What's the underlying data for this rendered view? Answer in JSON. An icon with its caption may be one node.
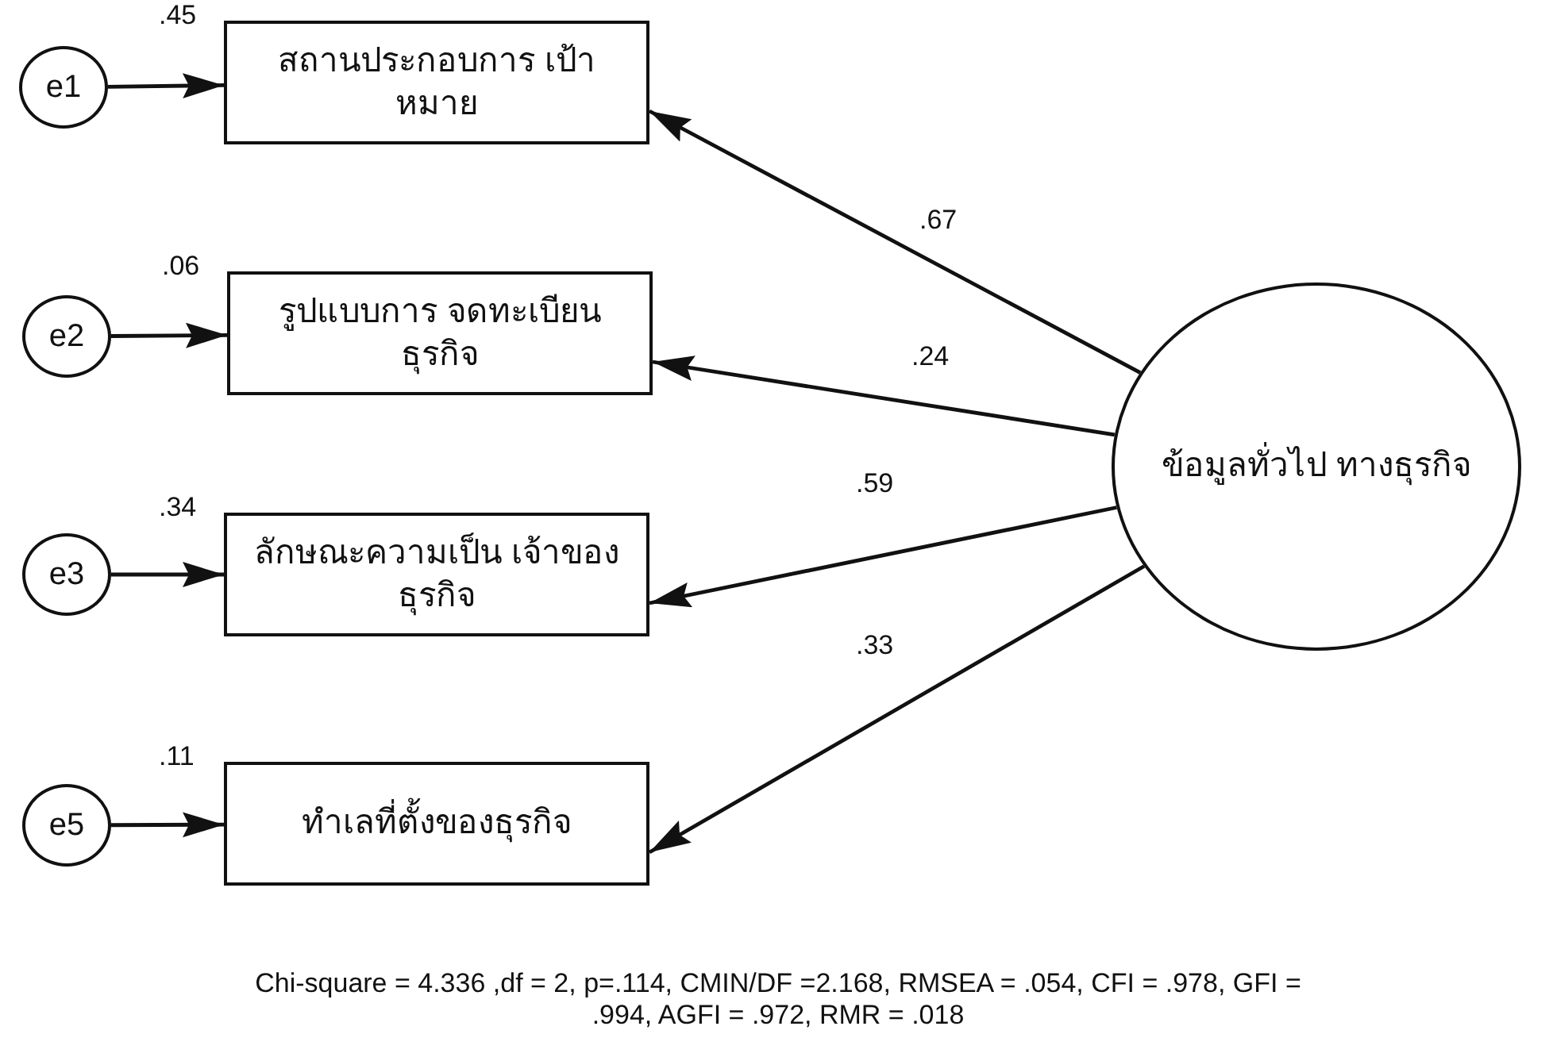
{
  "diagram": {
    "caption": "Chi-square = 4.336 ,df = 2, p=.114, CMIN/DF =2.168, RMSEA = .054, CFI = .978, GFI = .994, AGFI = .972, RMR = .018",
    "nodes": [
      {
        "text": [
          "e1"
        ]
      },
      {
        "text": [
          "สถานประกอบการ เป้าหมาย"
        ],
        "beside": [
          ".45"
        ]
      },
      {
        "text": [
          "e2"
        ]
      },
      {
        "text": [
          "รูปแบบการ จดทะเบียนธุรกิจ"
        ],
        "beside": [
          ".06"
        ]
      },
      {
        "text": [
          "e3"
        ]
      },
      {
        "text": [
          "ลักษณะความเป็น เจ้าของธุรกิจ"
        ],
        "beside": [
          ".34"
        ]
      },
      {
        "text": [
          "e5"
        ]
      },
      {
        "text": [
          "ทำเลที่ตั้งของธุรกิจ"
        ],
        "beside": [
          ".11"
        ]
      },
      {
        "text": [
          "ข้อมูลทั่วไป ทางธุรกิจ"
        ]
      }
    ],
    "edges": [
      {
        "from": 0,
        "to": 1,
        "arrow": "to"
      },
      {
        "from": 2,
        "to": 3,
        "arrow": "to"
      },
      {
        "from": 4,
        "to": 5,
        "arrow": "to"
      },
      {
        "from": 6,
        "to": 7,
        "arrow": "to"
      },
      {
        "from": 8,
        "to": 1,
        "arrow": "to",
        "label": ".67"
      },
      {
        "from": 8,
        "to": 3,
        "arrow": "to",
        "label": ".24"
      },
      {
        "from": 8,
        "to": 5,
        "arrow": "to",
        "label": ".59"
      },
      {
        "from": 8,
        "to": 7,
        "arrow": "to",
        "label": ".33"
      }
    ]
  }
}
